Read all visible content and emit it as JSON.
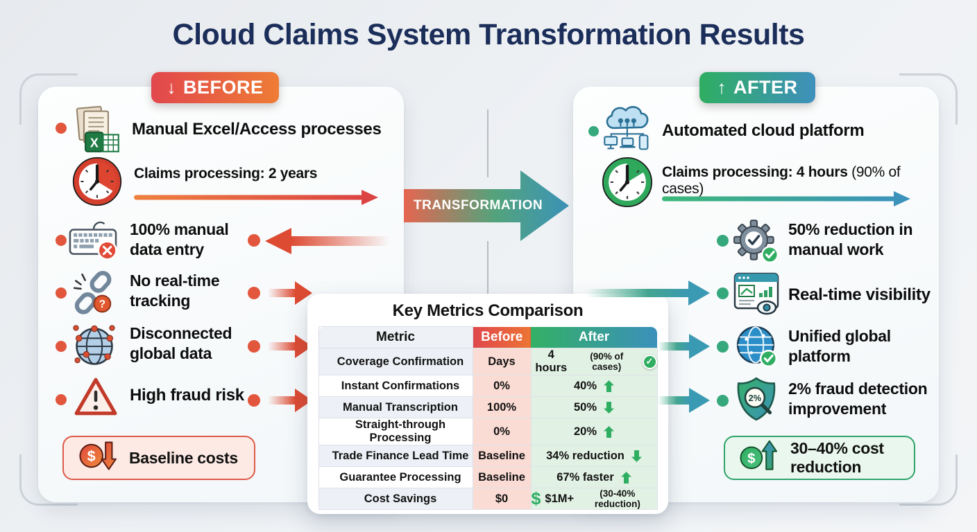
{
  "title": "Cloud Claims System Transformation Results",
  "center": {
    "label": "TRANSFORMATION"
  },
  "before": {
    "badge": {
      "arrow": "↓",
      "label": "BEFORE"
    },
    "row_excel": "Manual Excel/Access processes",
    "row_timeline": "Claims processing: 2 years",
    "row_keyboard": {
      "line1": "100% manual",
      "line2": "data entry"
    },
    "row_tracking": {
      "line1": "No real-time",
      "line2": "tracking"
    },
    "row_global": {
      "line1": "Disconnected",
      "line2": "global data"
    },
    "row_fraud": "High fraud risk",
    "costs_box": "Baseline costs"
  },
  "after": {
    "badge": {
      "arrow": "↑",
      "label": "AFTER"
    },
    "row_cloud": "Automated cloud platform",
    "row_timeline": {
      "bold": "Claims processing: 4 hours",
      "note": " (90% of cases)"
    },
    "row_manual": {
      "line1": "50% reduction in",
      "line2": "manual work"
    },
    "row_visibility": "Real-time visibility",
    "row_unified": {
      "line1": "Unified global",
      "line2": "platform"
    },
    "row_fraud": {
      "line1": "2% fraud detection",
      "line2": "improvement"
    },
    "costs_box": {
      "line1": "30–40% cost",
      "line2": "reduction"
    },
    "shield_label": "2%"
  },
  "table": {
    "title": "Key Metrics Comparison",
    "headers": {
      "metric": "Metric",
      "before": "Before",
      "after": "After"
    },
    "rows": [
      {
        "metric": "Coverage Confirmation",
        "before": "Days",
        "after": "4 hours",
        "after_note": "(90% of cases)",
        "indicator": "check"
      },
      {
        "metric": "Instant Confirmations",
        "before": "0%",
        "after": "40%",
        "indicator": "up"
      },
      {
        "metric": "Manual Transcription",
        "before": "100%",
        "after": "50%",
        "indicator": "down"
      },
      {
        "metric": "Straight-through Processing",
        "before": "0%",
        "after": "20%",
        "indicator": "up"
      },
      {
        "metric": "Trade Finance Lead Time",
        "before": "Baseline",
        "after": "34% reduction",
        "indicator": "down"
      },
      {
        "metric": "Guarantee Processing",
        "before": "Baseline",
        "after": "67% faster",
        "indicator": "up"
      },
      {
        "metric": "Cost Savings",
        "before": "$0",
        "after": "$1M+",
        "after_note": "(30-40% reduction)",
        "indicator": "dollar"
      }
    ]
  },
  "colors": {
    "title_navy": "#1b2e5a",
    "before_gradient": [
      "#e2474d",
      "#ee7c35"
    ],
    "after_gradient": [
      "#2fae62",
      "#3e90bc"
    ],
    "red_accent": "#e2563e",
    "green_accent": "#2fae62",
    "teal_accent": "#3b93b8"
  }
}
